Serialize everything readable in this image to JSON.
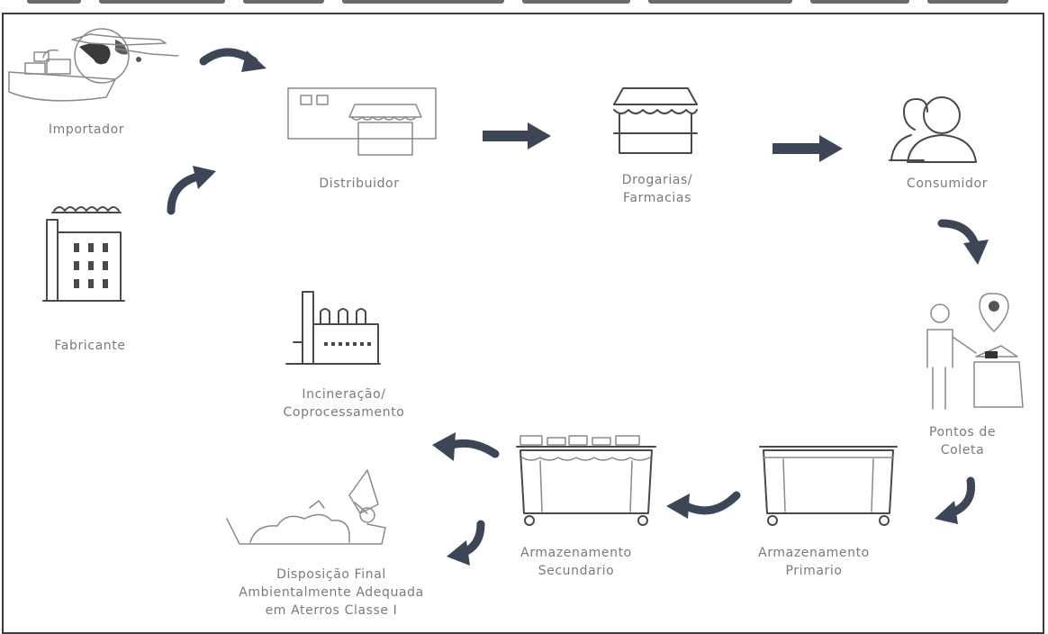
{
  "nodes": {
    "importador": "Importador",
    "distribuidor": "Distribuidor",
    "drogarias_line1": "Drogarias/",
    "drogarias_line2": "Farmacias",
    "consumidor": "Consumidor",
    "fabricante": "Fabricante",
    "pontos_line1": "Pontos de",
    "pontos_line2": "Coleta",
    "incineracao_line1": "Incineração/",
    "incineracao_line2": "Coprocessamento",
    "primario_line1": "Armazenamento",
    "primario_line2": "Primario",
    "secundario_line1": "Armazenamento",
    "secundario_line2": "Secundario",
    "disposicao_line1": "Disposição Final",
    "disposicao_line2": "Ambientalmente Adequada",
    "disposicao_line3": "em Aterros Classe I"
  },
  "colors": {
    "arrow": "#3d4656",
    "icon_stroke": "#4a4a4a",
    "label": "#7a7a7a",
    "border": "#3c3c3c"
  }
}
